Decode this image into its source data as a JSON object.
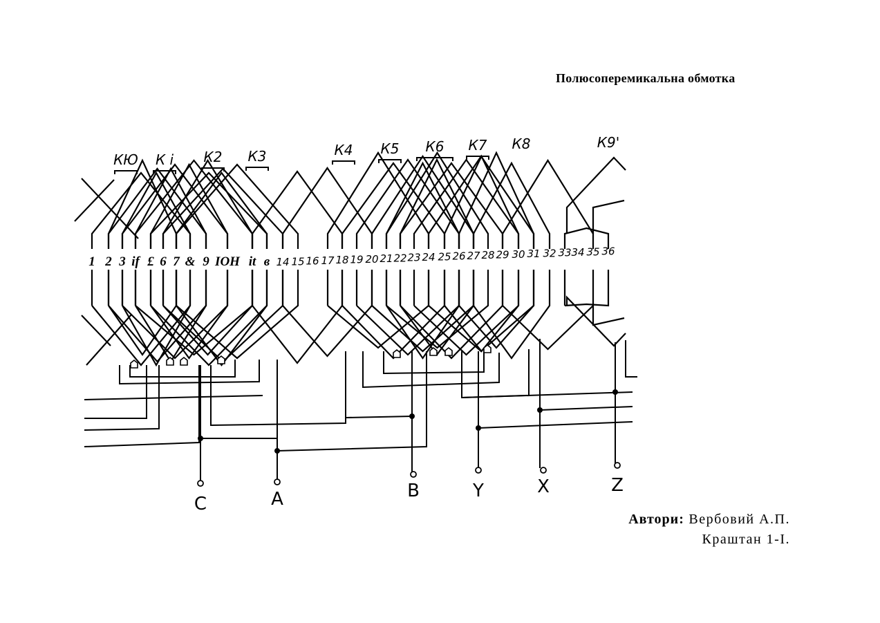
{
  "title": "Полюсоперемикальна обмотка",
  "groups": [
    "КЮ",
    "К i",
    "К2",
    "К3",
    "К4",
    "К5",
    "К6",
    "К7",
    "К8",
    "К9'"
  ],
  "slots": [
    "1",
    "2",
    "3",
    "if",
    "£",
    "6",
    "7",
    "&",
    "9",
    "IOH",
    "it",
    "в",
    "14",
    "15",
    "16",
    "17",
    "18",
    "19",
    "20",
    "21",
    "22",
    "23",
    "24",
    "25",
    "26",
    "27",
    "28",
    "29",
    "30",
    "31",
    "32",
    "33",
    "34",
    "35",
    "36"
  ],
  "terminals": [
    "C",
    "A",
    "B",
    "Y",
    "X",
    "Z"
  ],
  "authors": {
    "label": "Автори:",
    "line1": "Вербовий А.П.",
    "line2": "Краштан 1-І."
  }
}
